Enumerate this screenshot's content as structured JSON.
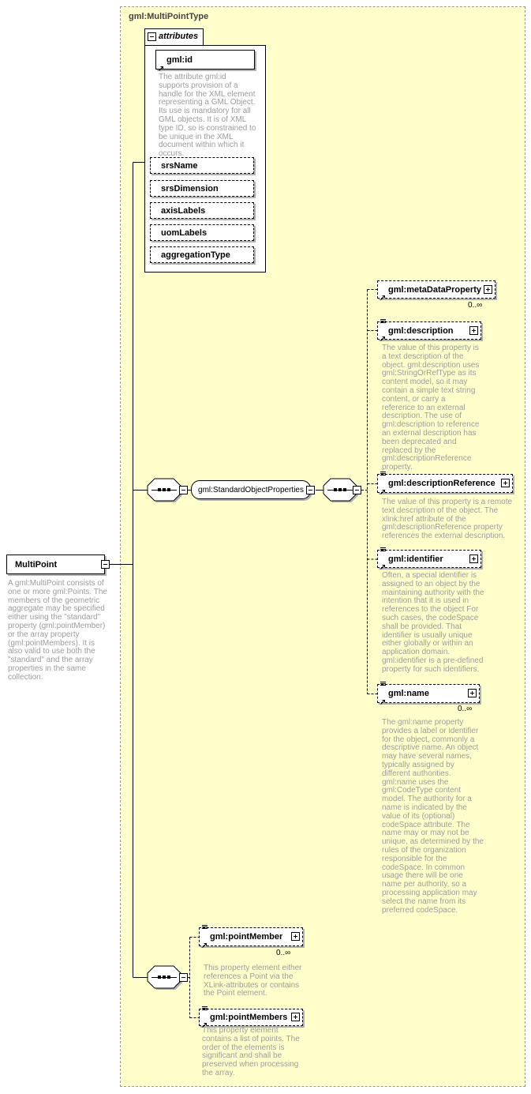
{
  "panel": {
    "title": "gml:MultiPointType"
  },
  "root": {
    "label": "MultiPoint",
    "doc": "A gml:MultiPoint consists of one or more gml:Points. The members of the geometric aggregate may be specified either using the \"standard\" property (gml:pointMember) or the array property (gml:pointMembers). It is also valid to use both the \"standard\" and the array properties in the same collection."
  },
  "attributes": {
    "header": "attributes",
    "id": {
      "name": "gml:id",
      "doc": "The attribute gml:id supports provision of a handle for the XML element representing a GML Object. Its use is mandatory for all GML objects. It is of XML type ID, so is constrained to be unique in the XML document within which it occurs."
    },
    "optional": [
      "srsName",
      "srsDimension",
      "axisLabels",
      "uomLabels",
      "aggregationType"
    ]
  },
  "group": {
    "label": "gml:StandardObjectProperties"
  },
  "props": [
    {
      "name": "gml:metaDataProperty",
      "occurs": "0..∞"
    },
    {
      "name": "gml:description",
      "doc": "The value of this property is a text description of the object. gml:description uses gml:StringOrRefType as its content model, so it may contain a simple text string content, or carry a reference to an external description. The use of gml:description to reference an external description has been deprecated and replaced by the gml:descriptionReference property."
    },
    {
      "name": "gml:descriptionReference",
      "doc": "The value of this property is a remote text description of the object. The xlink:href attribute of the gml:descriptionReference property references the external description."
    },
    {
      "name": "gml:identifier",
      "doc": "Often, a special identifier is assigned to an object by the maintaining authority with the intention that it is used in references to the object For such cases, the codeSpace shall be provided. That identifier is usually unique either globally or within an application domain. gml:identifier is a pre-defined property for such identifiers."
    },
    {
      "name": "gml:name",
      "occurs": "0..∞",
      "doc": "The gml:name property provides a label or identifier for the object, commonly a descriptive name. An object may have several names, typically assigned by different authorities. gml:name uses the gml:CodeType content model.  The authority for a name is indicated by the value of its (optional) codeSpace attribute.  The name may or may not be unique, as determined by the rules of the organization responsible for the codeSpace.  In common usage there will be one name per authority, so a processing application may select the name from its preferred codeSpace."
    }
  ],
  "members": [
    {
      "name": "gml:pointMember",
      "occurs": "0..∞",
      "doc": "This property element either references a Point via the XLink-attributes or contains the Point element."
    },
    {
      "name": "gml:pointMembers",
      "doc": "This property element contains a list of points. The order of the elements is significant and shall be preserved when processing the array."
    }
  ]
}
